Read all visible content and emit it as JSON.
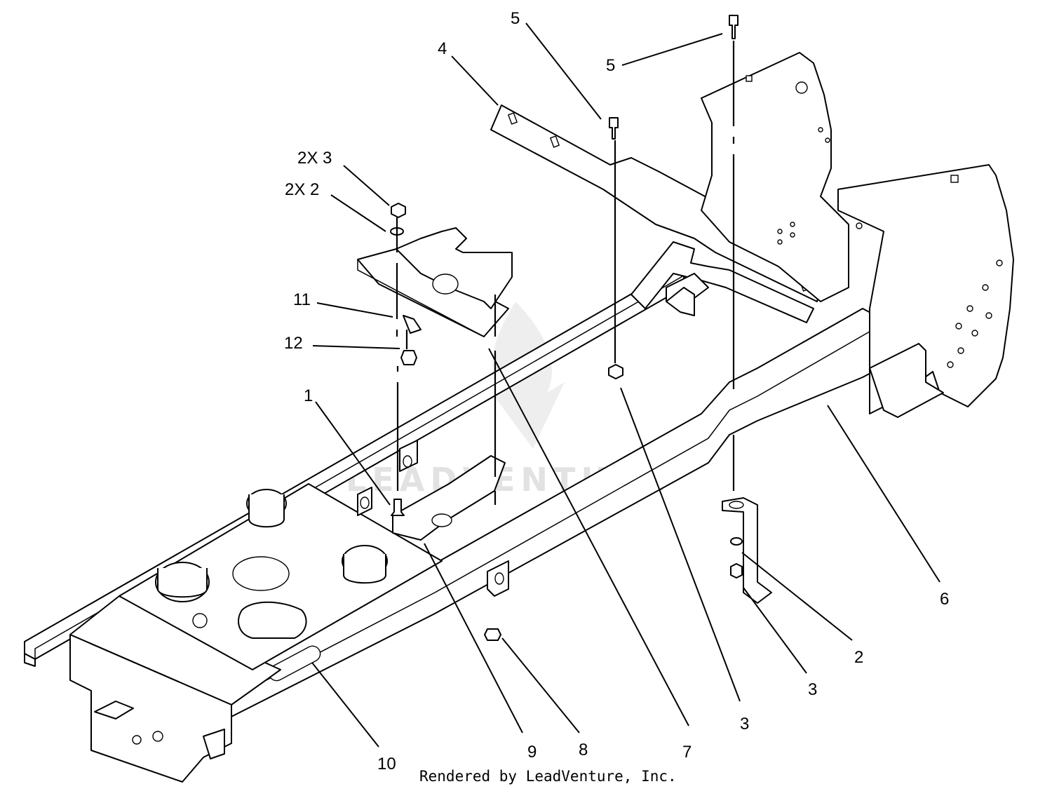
{
  "callouts": {
    "c1": "1",
    "c2x2": "2X 2",
    "c2x3": "2X 3",
    "c2": "2",
    "c3a": "3",
    "c3b": "3",
    "c4": "4",
    "c5a": "5",
    "c5b": "5",
    "c6": "6",
    "c7": "7",
    "c8": "8",
    "c9": "9",
    "c10": "10",
    "c11": "11",
    "c12": "12"
  },
  "footer": "Rendered by LeadVenture, Inc.",
  "watermark": "LEADVENTURE",
  "colors": {
    "line": "#000000",
    "background": "#ffffff",
    "watermark": "#e2e2e2"
  }
}
